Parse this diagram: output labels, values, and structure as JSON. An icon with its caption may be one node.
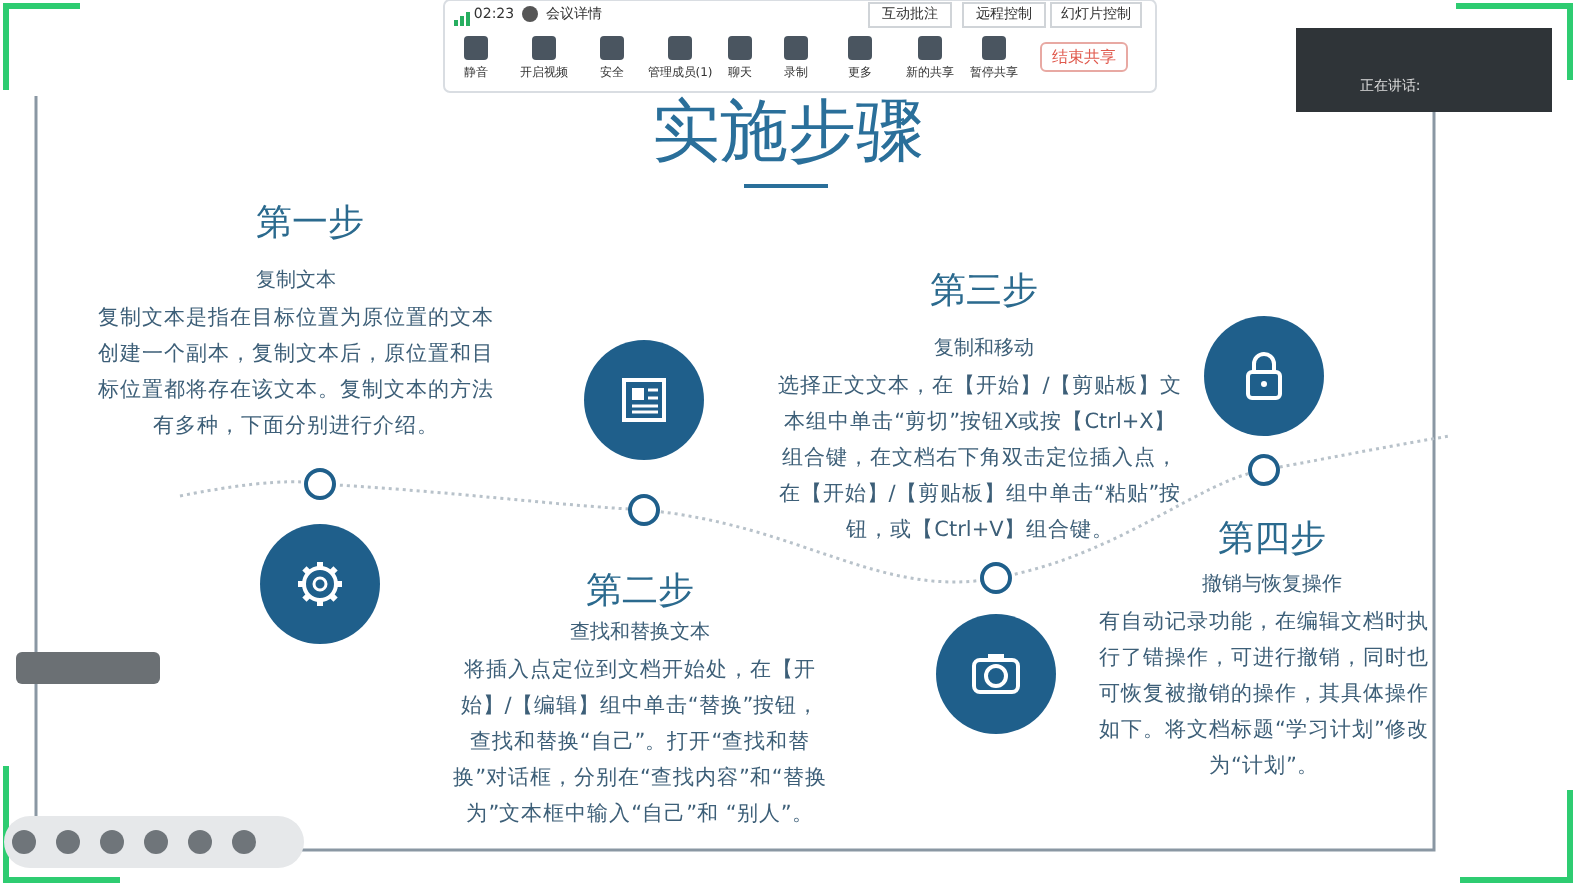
{
  "diagram": {
    "title": "实施步骤",
    "labels": [
      "02:23",
      "会议详情",
      "互动批注",
      "远程控制",
      "幻灯片控制",
      "静音",
      "开启视频",
      "安全",
      "管理成员(1)",
      "聊天",
      "录制",
      "更多",
      "新的共享",
      "暂停共享",
      "结束共享",
      "正在讲话:",
      "第一步",
      "复制文本",
      "复制文本是指在目标位置为原位置的文本创建一个副本，复制文本后，原位置和目标位置都将存在该文本。复制文本的方法有多种，下面分别进行介绍。",
      "第三步",
      "复制和移动",
      "选择正文文本，在【开始】/【剪贴板】文本组中单击“剪切”按钮X或按【Ctrl+X】组合键，在文档右下角双击定位插入点，在【开始】/【剪贴板】组中单击“粘贴”按钮，或【Ctrl+V】组合键。",
      "第四步",
      "撤销与恢复操作",
      "有自动记录功能，在编辑文档时执行了错操作，可进行撤销，同时也可恢复被撤销的操作，其具体操作如下。将文档标题“学习计划”修改为“计划”。",
      "第二步",
      "查找和替换文本",
      "将插入点定位到文档开始处，在【开始】/【编辑】组中单击“替换”按钮，查找和替换“自己”。打开“查找和替换”对话框，分别在“查找内容”和“替换为”文本框中输入“自己”和 “别人”。"
    ]
  }
}
